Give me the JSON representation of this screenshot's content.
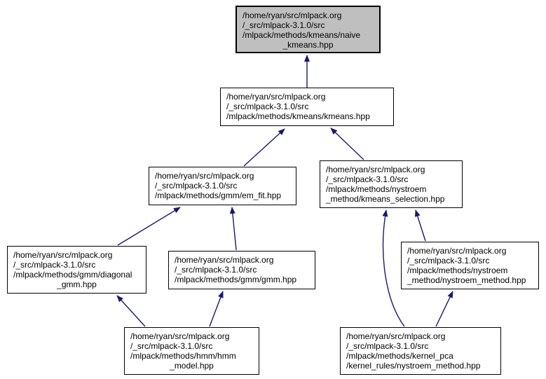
{
  "diagram": {
    "kind": "doxygen-included-by-graph",
    "arrow_color": "#191970",
    "node_border_color": "#000000",
    "highlight_fill": "#bfbfbf",
    "nodes": [
      {
        "id": "naive_kmeans",
        "highlighted": true,
        "lines": [
          "/home/ryan/src/mlpack.org",
          "/_src/mlpack-3.1.0/src",
          "/mlpack/methods/kmeans/naive",
          "_kmeans.hpp"
        ]
      },
      {
        "id": "kmeans",
        "highlighted": false,
        "lines": [
          "/home/ryan/src/mlpack.org",
          "/_src/mlpack-3.1.0/src",
          "/mlpack/methods/kmeans/kmeans.hpp"
        ]
      },
      {
        "id": "em_fit",
        "highlighted": false,
        "lines": [
          "/home/ryan/src/mlpack.org",
          "/_src/mlpack-3.1.0/src",
          "/mlpack/methods/gmm/em_fit.hpp"
        ]
      },
      {
        "id": "kmeans_selection",
        "highlighted": false,
        "lines": [
          "/home/ryan/src/mlpack.org",
          "/_src/mlpack-3.1.0/src",
          "/mlpack/methods/nystroem",
          "_method/kmeans_selection.hpp"
        ]
      },
      {
        "id": "diagonal_gmm",
        "highlighted": false,
        "lines": [
          "/home/ryan/src/mlpack.org",
          "/_src/mlpack-3.1.0/src",
          "/mlpack/methods/gmm/diagonal",
          "_gmm.hpp"
        ]
      },
      {
        "id": "gmm",
        "highlighted": false,
        "lines": [
          "/home/ryan/src/mlpack.org",
          "/_src/mlpack-3.1.0/src",
          "/mlpack/methods/gmm/gmm.hpp"
        ]
      },
      {
        "id": "nystroem_method",
        "highlighted": false,
        "lines": [
          "/home/ryan/src/mlpack.org",
          "/_src/mlpack-3.1.0/src",
          "/mlpack/methods/nystroem",
          "_method/nystroem_method.hpp"
        ]
      },
      {
        "id": "hmm_model",
        "highlighted": false,
        "lines": [
          "/home/ryan/src/mlpack.org",
          "/_src/mlpack-3.1.0/src",
          "/mlpack/methods/hmm/hmm",
          "_model.hpp"
        ]
      },
      {
        "id": "kernel_pca_nystroem",
        "highlighted": false,
        "lines": [
          "/home/ryan/src/mlpack.org",
          "/_src/mlpack-3.1.0/src",
          "/mlpack/methods/kernel_pca",
          "/kernel_rules/nystroem_method.hpp"
        ]
      }
    ],
    "edges": [
      {
        "from": "kmeans",
        "to": "naive_kmeans"
      },
      {
        "from": "em_fit",
        "to": "kmeans"
      },
      {
        "from": "kmeans_selection",
        "to": "kmeans"
      },
      {
        "from": "diagonal_gmm",
        "to": "em_fit"
      },
      {
        "from": "gmm",
        "to": "em_fit"
      },
      {
        "from": "hmm_model",
        "to": "diagonal_gmm"
      },
      {
        "from": "hmm_model",
        "to": "gmm"
      },
      {
        "from": "kernel_pca_nystroem",
        "to": "kmeans_selection"
      },
      {
        "from": "nystroem_method",
        "to": "kmeans_selection"
      },
      {
        "from": "kernel_pca_nystroem",
        "to": "nystroem_method"
      }
    ]
  }
}
